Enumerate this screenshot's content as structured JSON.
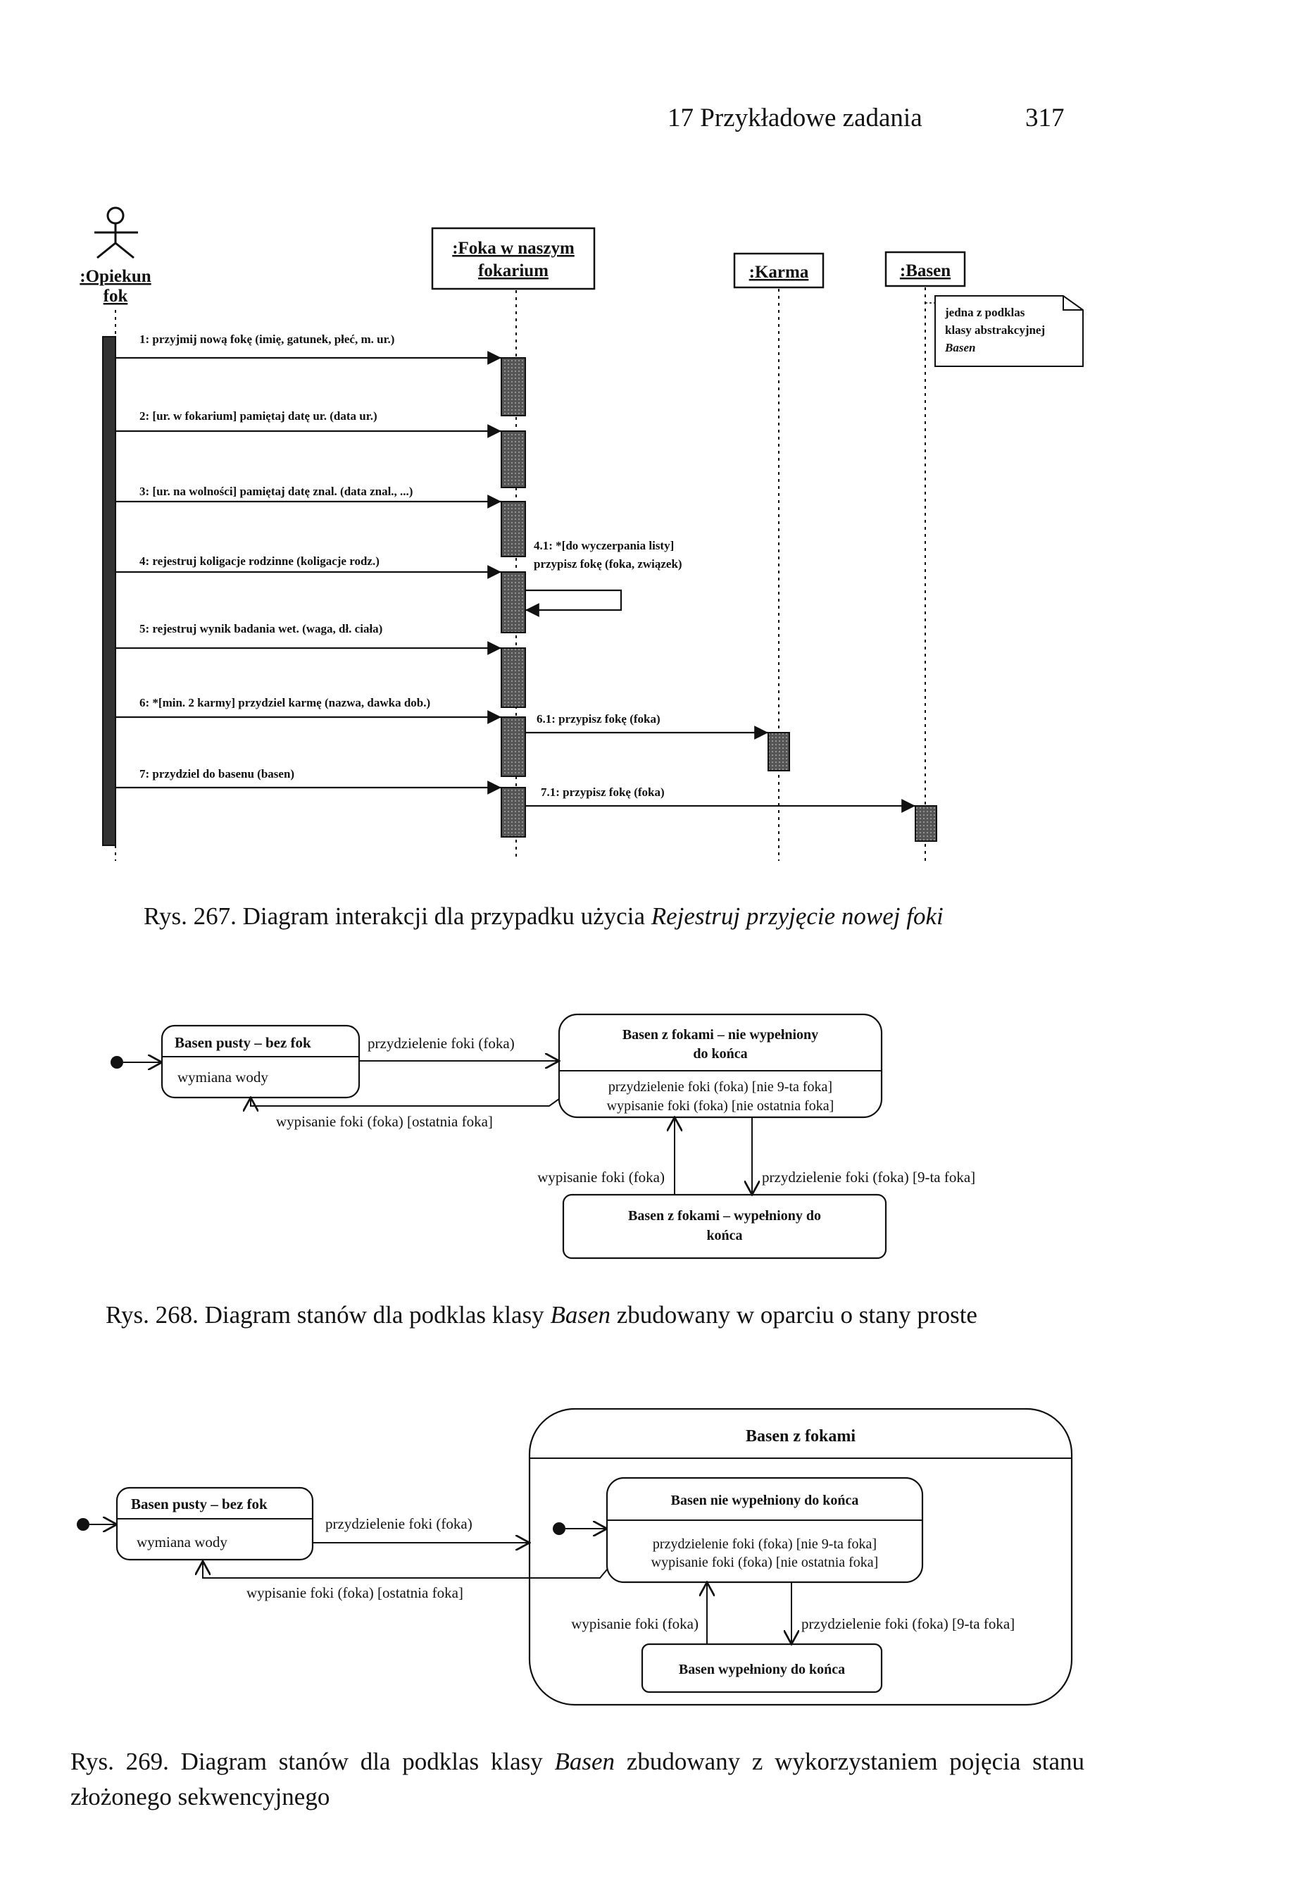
{
  "header": {
    "chapter": "17  Przykładowe zadania",
    "page_number": "317"
  },
  "fig267": {
    "caption_prefix": "Rys. 267. Diagram interakcji dla przypadku użycia ",
    "caption_italic": "Rejestruj przyjęcie nowej foki",
    "actor_line1": ":Opiekun",
    "actor_line2": "fok",
    "foka_line1": ":Foka w naszym",
    "foka_line2": "fokarium",
    "karma": ":Karma",
    "basen": ":Basen",
    "note_line1": "jedna z podklas",
    "note_line2": "klasy abstrakcyjnej",
    "note_line3": "Basen",
    "msg1": "1: przyjmij nową fokę (imię, gatunek, płeć, m. ur.)",
    "msg2": "2: [ur. w fokarium] pamiętaj datę ur. (data ur.)",
    "msg3": "3: [ur. na wolności] pamiętaj datę znal. (data znal., ...)",
    "msg4": "4: rejestruj koligacje rodzinne (koligacje rodz.)",
    "msg41_line1": "4.1: *[do wyczerpania listy]",
    "msg41_line2": "przypisz fokę (foka, związek)",
    "msg5": "5: rejestruj wynik badania wet. (waga, dł. ciała)",
    "msg6": "6: *[min. 2 karmy] przydziel karmę (nazwa, dawka dob.)",
    "msg61": "6.1: przypisz fokę (foka)",
    "msg7": "7: przydziel do basenu (basen)",
    "msg71": "7.1: przypisz fokę (foka)"
  },
  "fig268": {
    "caption_prefix": "Rys. 268. Diagram stanów dla podklas klasy ",
    "caption_italic": "Basen",
    "caption_suffix": " zbudowany w oparciu o stany proste",
    "state_empty_name": "Basen pusty – bez fok",
    "state_empty_action": "wymiana wody",
    "state_partial_line1": "Basen z fokami – nie wypełniony",
    "state_partial_line2": "do końca",
    "state_partial_t1": "przydzielenie foki (foka) [nie 9-ta foka]",
    "state_partial_t2": "wypisanie foki (foka) [nie ostatnia foka]",
    "state_full_line1": "Basen z fokami – wypełniony do",
    "state_full_line2": "końca",
    "tr_assign": "przydzielenie foki (foka)",
    "tr_remove_last": "wypisanie foki (foka) [ostatnia foka]",
    "tr_remove": "wypisanie foki (foka)",
    "tr_assign_9": "przydzielenie foki (foka) [9-ta foka]"
  },
  "fig269": {
    "caption_prefix": "Rys. 269. Diagram stanów dla podklas klasy ",
    "caption_italic": "Basen",
    "caption_suffix": " zbudowany z wykorzystaniem pojęcia stanu złożonego sekwencyjnego",
    "composite_name": "Basen z fokami",
    "state_empty_name": "Basen pusty – bez fok",
    "state_empty_action": "wymiana wody",
    "state_partial_name": "Basen nie wypełniony do końca",
    "state_partial_t1": "przydzielenie foki (foka) [nie 9-ta foka]",
    "state_partial_t2": "wypisanie foki (foka) [nie ostatnia foka]",
    "state_full_name": "Basen wypełniony do końca",
    "tr_assign": "przydzielenie foki (foka)",
    "tr_remove_last": "wypisanie foki (foka) [ostatnia foka]",
    "tr_remove": "wypisanie foki (foka)",
    "tr_assign_9": "przydzielenie foki (foka) [9-ta foka]"
  }
}
